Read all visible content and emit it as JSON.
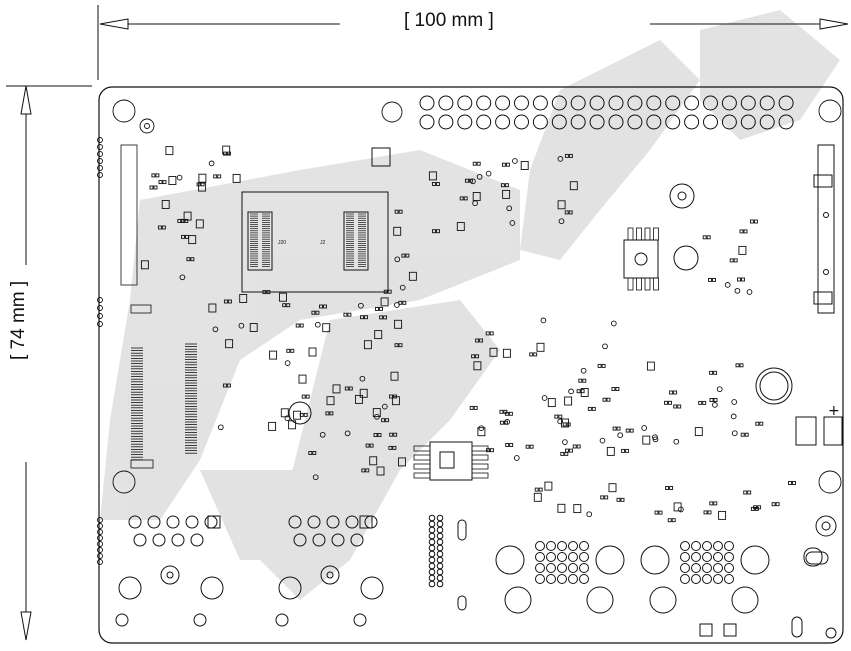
{
  "dimensions": {
    "width_label": "[   100 mm   ]",
    "height_label": "[   74 mm   ]"
  },
  "board": {
    "silk_color": "#222222",
    "watermark_color": "#d4d4d4",
    "background": "#ffffff"
  },
  "markings": {
    "plus_sign": "+",
    "module_left_mark": "J20",
    "module_right_mark": "J2"
  }
}
